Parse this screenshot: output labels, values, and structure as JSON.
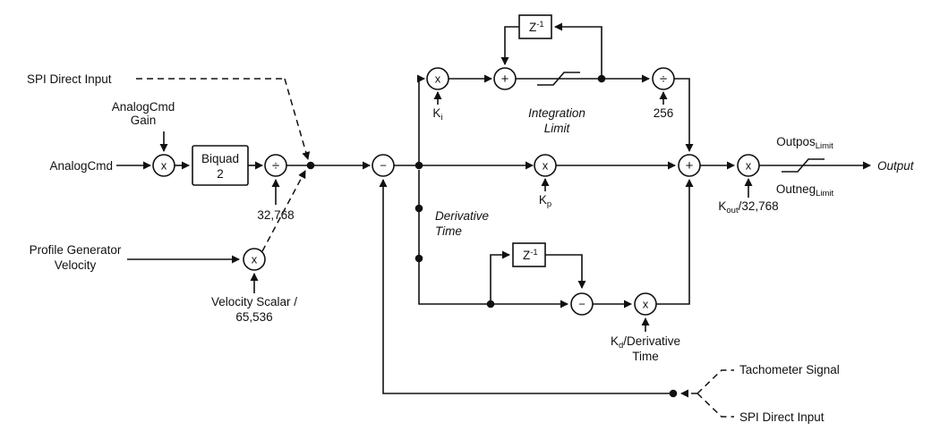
{
  "inputs": {
    "spi_direct_top": "SPI Direct Input",
    "analogcmd": "AnalogCmd",
    "analogcmd_gain_l1": "AnalogCmd",
    "analogcmd_gain_l2": "Gain",
    "profile_l1": "Profile Generator",
    "profile_l2": "Velocity"
  },
  "blocks": {
    "biquad_l1": "Biquad",
    "biquad_l2": "2",
    "delay_base": "Z",
    "delay_exp": "-1"
  },
  "operators": {
    "multiply": "x",
    "divide": "÷",
    "add": "+",
    "subtract": "−"
  },
  "params": {
    "div_32768": "32,768",
    "vel_scalar_l1": "Velocity Scalar /",
    "vel_scalar_l2": "65,536",
    "ki_base": "K",
    "ki_sub": "i",
    "kp_base": "K",
    "kp_sub": "p",
    "div_256": "256",
    "kd_base": "K",
    "kd_sub": "d",
    "kd_rest": "/Derivative",
    "kd_l2": "Time",
    "kout_base": "K",
    "kout_sub": "out",
    "kout_rest": "/32,768"
  },
  "annotations": {
    "integration_l1": "Integration",
    "integration_l2": "Limit",
    "derivative_l1": "Derivative",
    "derivative_l2": "Time",
    "outpos_base": "Outpos",
    "outpos_sub": "Limit",
    "outneg_base": "Outneg",
    "outneg_sub": "Limit",
    "output": "Output"
  },
  "feedback": {
    "tachometer": "Tachometer Signal",
    "spi_direct_bottom": "SPI Direct Input"
  },
  "colors": {
    "line": "#111111",
    "background": "#ffffff"
  }
}
